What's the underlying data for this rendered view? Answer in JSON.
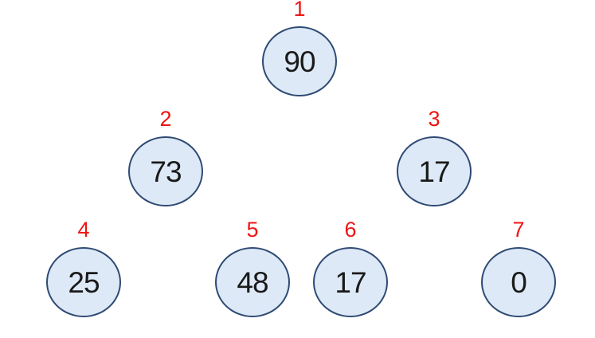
{
  "diagram": {
    "type": "binary-tree",
    "colors": {
      "node_fill": "#dde9f6",
      "node_border": "#2f4a74",
      "index_color": "#f01414",
      "value_color": "#1a1a1a",
      "background": "#ffffff"
    },
    "nodes": [
      {
        "index": "1",
        "value": "90"
      },
      {
        "index": "2",
        "value": "73"
      },
      {
        "index": "3",
        "value": "17"
      },
      {
        "index": "4",
        "value": "25"
      },
      {
        "index": "5",
        "value": "48"
      },
      {
        "index": "6",
        "value": "17"
      },
      {
        "index": "7",
        "value": "0"
      }
    ]
  }
}
